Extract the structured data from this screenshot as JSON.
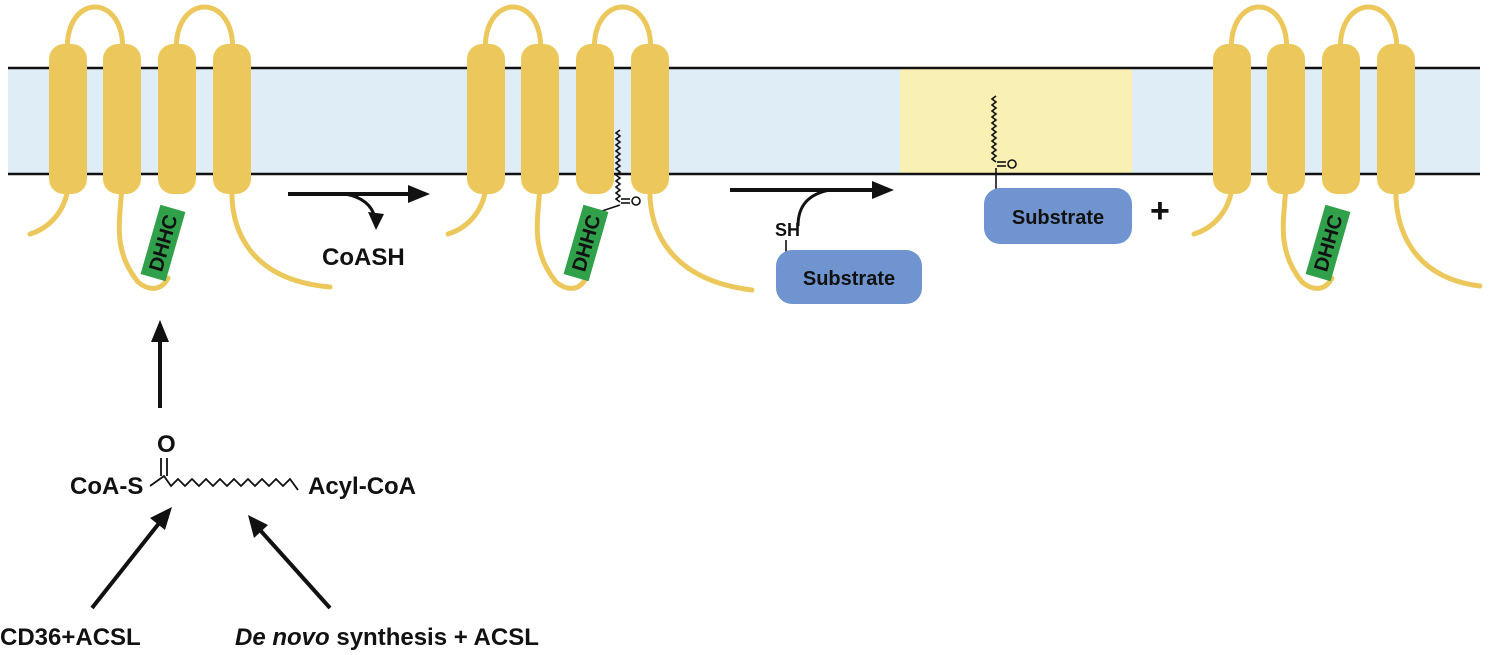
{
  "enzyme_label": "DHHC",
  "coash_label": "CoASH",
  "sh_label": "SH",
  "substrate_label": "Substrate",
  "plus_sign": "+",
  "acyl_coa": {
    "oxygen": "O",
    "prefix": "CoA-S",
    "name": "Acyl-CoA"
  },
  "sources": {
    "left": "CD36+ACSL",
    "right_italic": "De novo",
    "right_rest": " synthesis + ACSL"
  },
  "colors": {
    "helix": "#ecc85c",
    "membrane": "#dfedf6",
    "membrane_highlight": "#f9f1b3",
    "dhhc": "#31a04b",
    "substrate": "#6f94cf",
    "line": "#111111"
  }
}
